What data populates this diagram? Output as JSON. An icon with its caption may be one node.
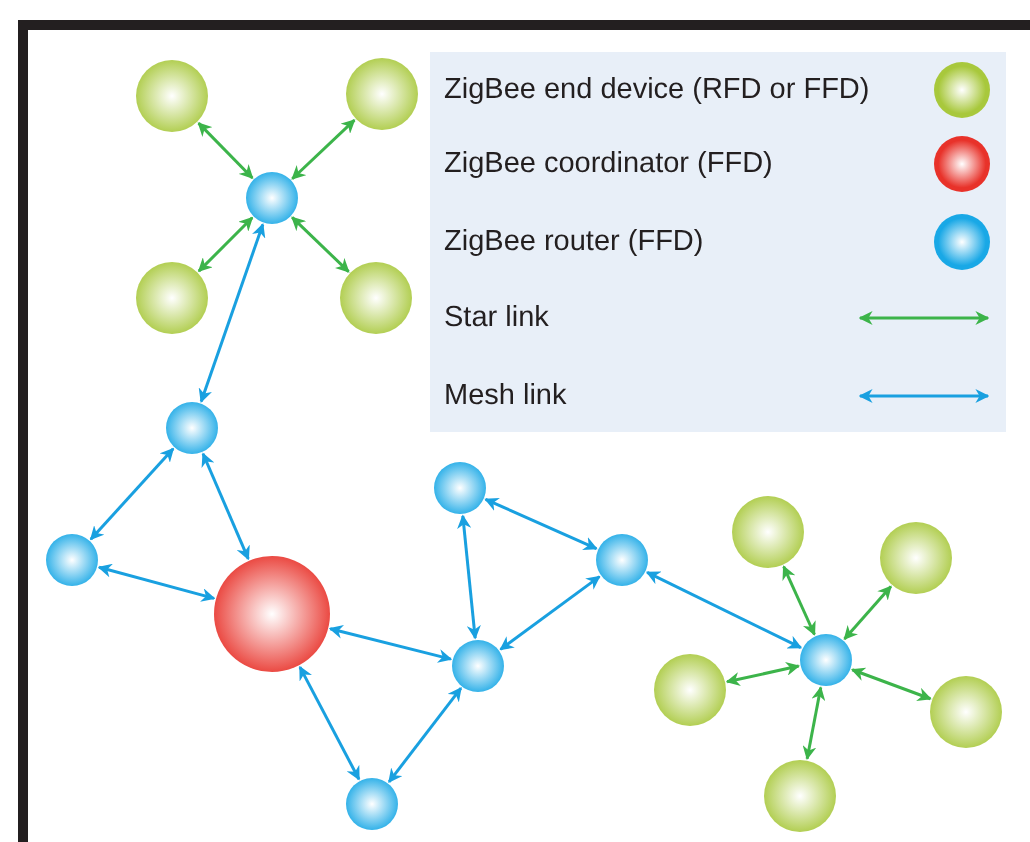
{
  "diagram": {
    "nodes": [
      {
        "text": [],
        "shape": "circle"
      },
      {
        "text": [],
        "shape": "circle"
      },
      {
        "text": [],
        "shape": "circle"
      },
      {
        "text": [],
        "shape": "circle"
      },
      {
        "text": [],
        "shape": "circle"
      },
      {
        "text": [],
        "shape": "circle"
      },
      {
        "text": [],
        "shape": "circle"
      },
      {
        "text": [],
        "shape": "circle"
      },
      {
        "text": [],
        "shape": "circle"
      },
      {
        "text": [],
        "shape": "circle"
      },
      {
        "text": [],
        "shape": "circle"
      },
      {
        "text": [],
        "shape": "circle"
      },
      {
        "text": [],
        "shape": "circle"
      },
      {
        "text": [],
        "shape": "circle"
      },
      {
        "text": [],
        "shape": "circle"
      },
      {
        "text": [],
        "shape": "circle"
      },
      {
        "text": [],
        "shape": "circle"
      },
      {
        "text": [],
        "shape": "circle"
      }
    ],
    "edges": [
      {
        "from": 0,
        "to": 2,
        "arrow": "both",
        "color": "#3cb44a"
      },
      {
        "from": 1,
        "to": 2,
        "arrow": "both",
        "color": "#3cb44a"
      },
      {
        "from": 3,
        "to": 2,
        "arrow": "both",
        "color": "#3cb44a"
      },
      {
        "from": 4,
        "to": 2,
        "arrow": "both",
        "color": "#3cb44a"
      },
      {
        "from": 2,
        "to": 5,
        "arrow": "both"
      },
      {
        "from": 5,
        "to": 8,
        "arrow": "both"
      },
      {
        "from": 5,
        "to": 11,
        "arrow": "both"
      },
      {
        "from": 8,
        "to": 11,
        "arrow": "both"
      },
      {
        "from": 11,
        "to": 13,
        "arrow": "both"
      },
      {
        "from": 11,
        "to": 17,
        "arrow": "both"
      },
      {
        "from": 17,
        "to": 13,
        "arrow": "both"
      },
      {
        "from": 6,
        "to": 13,
        "arrow": "both"
      },
      {
        "from": 6,
        "to": 9,
        "arrow": "both"
      },
      {
        "from": 13,
        "to": 9,
        "arrow": "both"
      },
      {
        "from": 9,
        "to": 12,
        "arrow": "both"
      },
      {
        "from": 7,
        "to": 12,
        "arrow": "both",
        "color": "#3cb44a"
      },
      {
        "from": 10,
        "to": 12,
        "arrow": "both",
        "color": "#3cb44a"
      },
      {
        "from": 14,
        "to": 12,
        "arrow": "both",
        "color": "#3cb44a"
      },
      {
        "from": 15,
        "to": 12,
        "arrow": "both",
        "color": "#3cb44a"
      },
      {
        "from": 16,
        "to": 12,
        "arrow": "both",
        "color": "#3cb44a"
      }
    ],
    "legend": [
      {
        "text": "ZigBee end device (RFD or FFD)",
        "color": "#a8c83c"
      },
      {
        "text": "ZigBee coordinator (FFD)",
        "color": "#e8322a"
      },
      {
        "text": "ZigBee router (FFD)",
        "color": "#19a8e6"
      },
      {
        "text": "Star link",
        "color": "#3cb44a"
      },
      {
        "text": "Mesh link",
        "color": "#19a0e0"
      }
    ]
  }
}
